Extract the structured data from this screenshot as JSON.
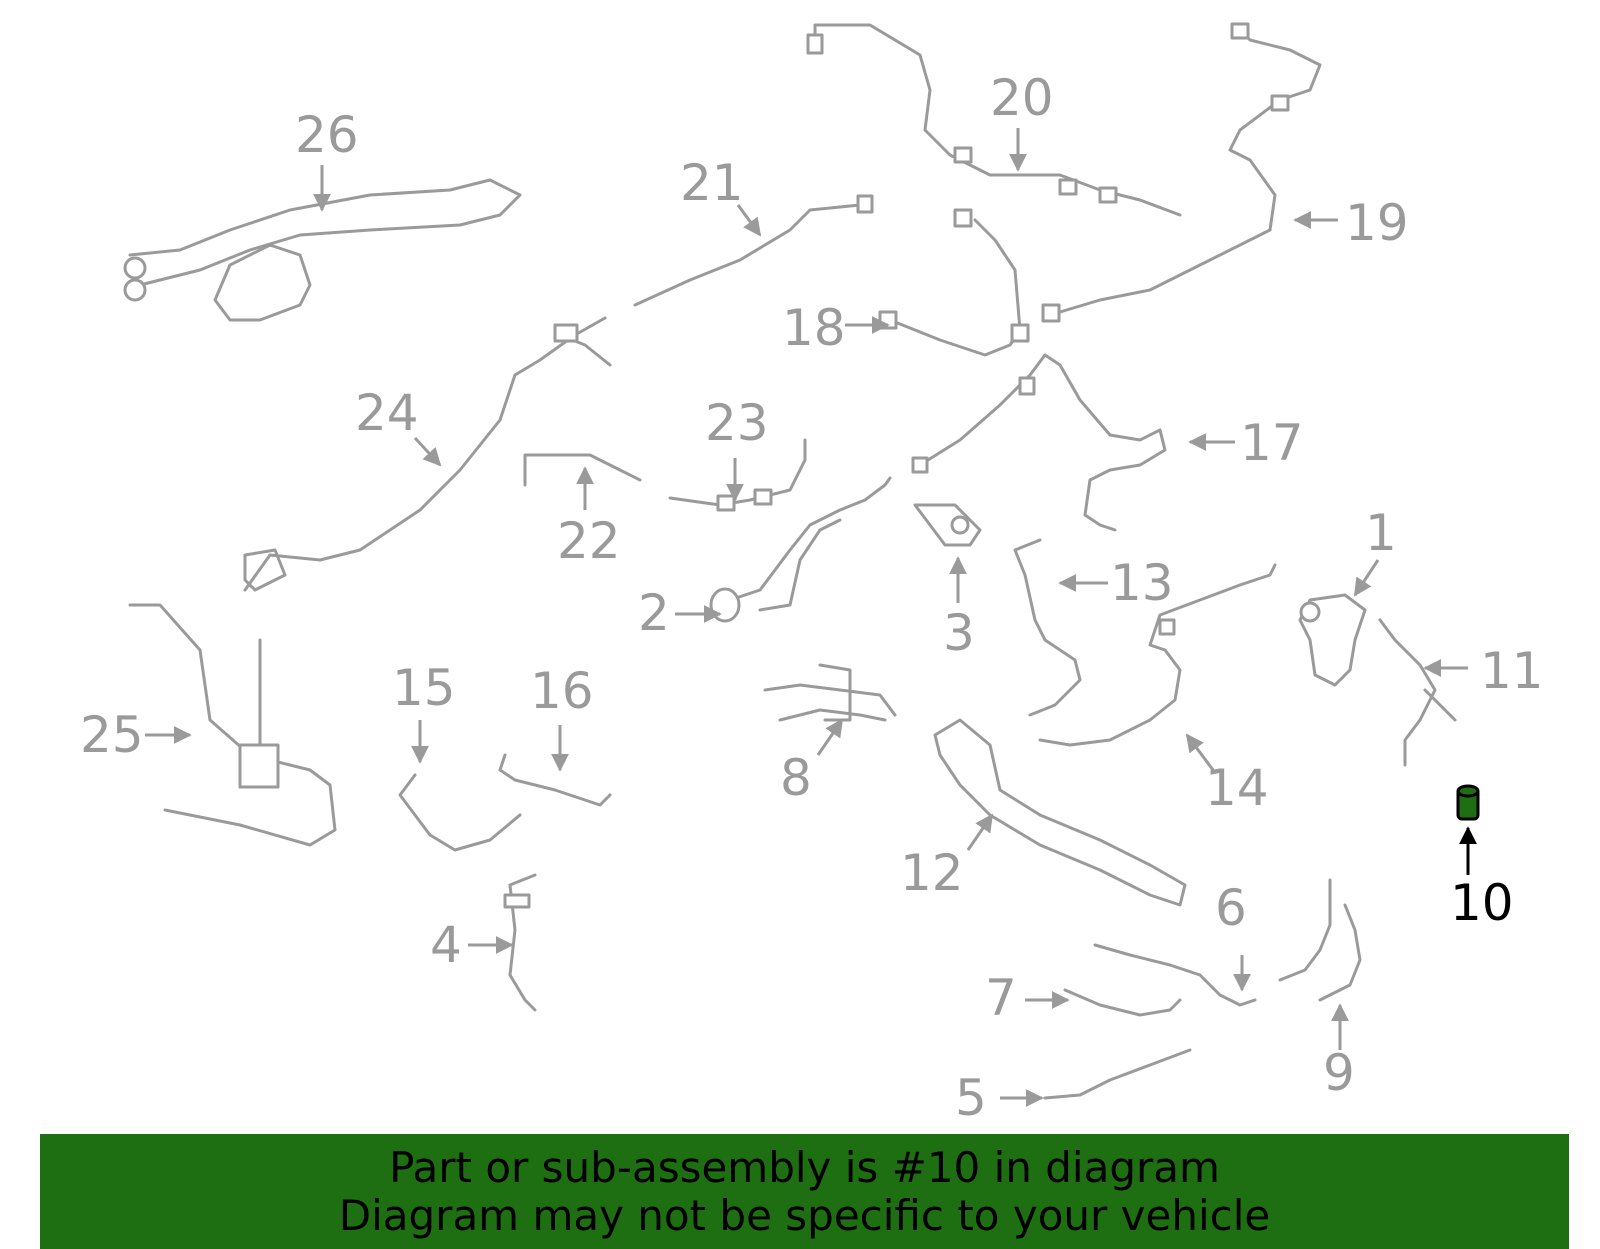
{
  "callouts": {
    "c1": "1",
    "c2": "2",
    "c3": "3",
    "c4": "4",
    "c5": "5",
    "c6": "6",
    "c7": "7",
    "c8": "8",
    "c9": "9",
    "c10": "10",
    "c11": "11",
    "c12": "12",
    "c13": "13",
    "c14": "14",
    "c15": "15",
    "c16": "16",
    "c17": "17",
    "c18": "18",
    "c19": "19",
    "c20": "20",
    "c21": "21",
    "c22": "22",
    "c23": "23",
    "c24": "24",
    "c25": "25",
    "c26": "26"
  },
  "highlighted_part": "10",
  "colors": {
    "banner_background": "#1e6e12",
    "part_stroke": "#9a9a9a",
    "highlight_fill": "#1e6e12"
  },
  "banner": {
    "line1": "Part or sub-assembly is #10 in diagram",
    "line2": "Diagram may not be specific to your vehicle"
  }
}
